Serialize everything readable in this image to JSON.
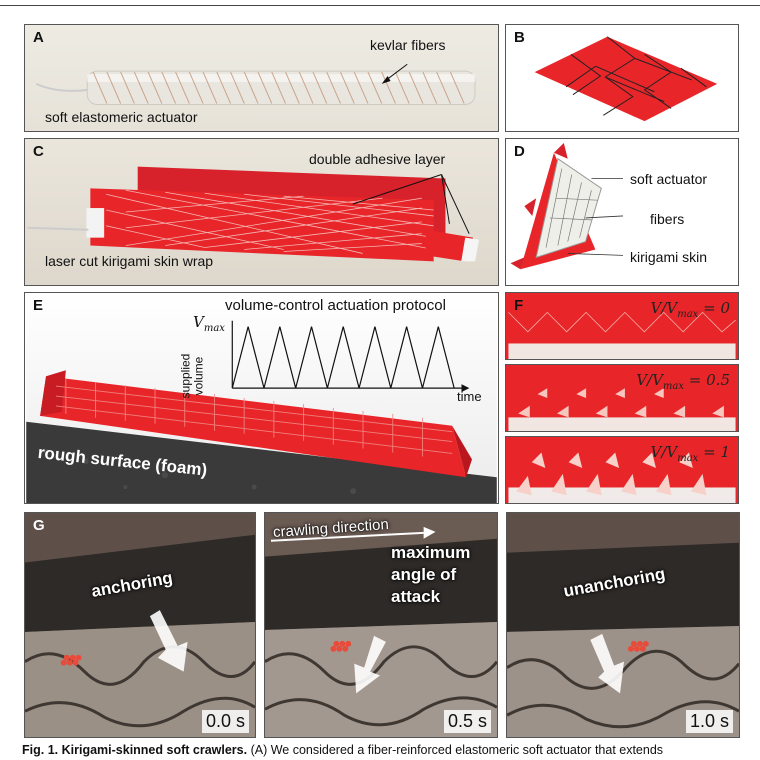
{
  "panels": {
    "A": {
      "label": "A",
      "annotation": "kevlar fibers",
      "caption": "soft elastomeric actuator"
    },
    "B": {
      "label": "B"
    },
    "C": {
      "label": "C",
      "annotation": "double adhesive layer",
      "caption": "laser cut kirigami skin wrap"
    },
    "D": {
      "label": "D",
      "items": [
        "soft actuator",
        "fibers",
        "kirigami skin"
      ]
    },
    "E": {
      "label": "E",
      "title": "volume-control actuation protocol",
      "vmax": "V",
      "vmax_sub": "max",
      "ylabel_line1": "supplied",
      "ylabel_line2": "volume",
      "xlabel": "time",
      "surface": "rough surface (foam)"
    },
    "F": {
      "label": "F",
      "ratios": [
        "V/V",
        "V/V",
        "V/V"
      ],
      "ratio_sub": "max",
      "ratio_vals": [
        "= 0",
        "= 0.5",
        "= 1"
      ]
    },
    "G": {
      "label": "G",
      "frames": [
        {
          "text": "anchoring",
          "time": "0.0 s"
        },
        {
          "direction": "crawling direction",
          "text_lines": [
            "maximum",
            "angle of",
            "attack"
          ],
          "time": "0.5 s"
        },
        {
          "text": "unanchoring",
          "time": "1.0 s"
        }
      ]
    }
  },
  "caption": {
    "prefix": "Fig. 1.",
    "title": "Kirigami-skinned soft crawlers.",
    "body": "(A) We considered a fiber-reinforced elastomeric soft actuator that extends"
  },
  "colors": {
    "red": "#e8262a",
    "panel_bg": "#f2efe8",
    "foam": "#3a3a3a"
  }
}
